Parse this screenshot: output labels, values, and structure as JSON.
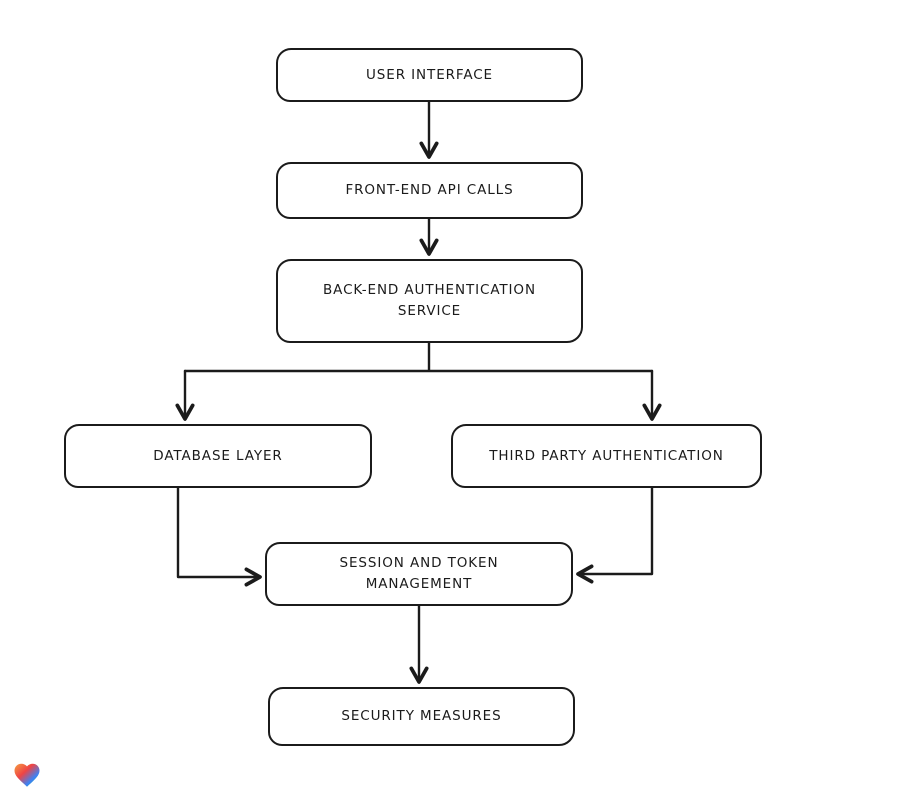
{
  "diagram": {
    "type": "flowchart",
    "background": "#ffffff",
    "stroke_color": "#1b1b1b",
    "nodes": [
      {
        "id": "user-interface",
        "label": "USER INTERFACE"
      },
      {
        "id": "front-end-api-calls",
        "label": "FRONT-END API CALLS"
      },
      {
        "id": "back-end-authentication-service",
        "label": "BACK-END AUTHENTICATION SERVICE"
      },
      {
        "id": "database-layer",
        "label": "DATABASE LAYER"
      },
      {
        "id": "third-party-authentication",
        "label": "THIRD PARTY AUTHENTICATION"
      },
      {
        "id": "session-and-token-management",
        "label": "SESSION AND TOKEN MANAGEMENT"
      },
      {
        "id": "security-measures",
        "label": "SECURITY MEASURES"
      }
    ],
    "edges": [
      {
        "from": "user-interface",
        "to": "front-end-api-calls"
      },
      {
        "from": "front-end-api-calls",
        "to": "back-end-authentication-service"
      },
      {
        "from": "back-end-authentication-service",
        "to": "database-layer"
      },
      {
        "from": "back-end-authentication-service",
        "to": "third-party-authentication"
      },
      {
        "from": "database-layer",
        "to": "session-and-token-management"
      },
      {
        "from": "third-party-authentication",
        "to": "session-and-token-management"
      },
      {
        "from": "session-and-token-management",
        "to": "security-measures"
      }
    ]
  },
  "watermark": {
    "name": "heart-logo",
    "colors": [
      "#f59e42",
      "#ef4444",
      "#3b82f6",
      "#22c55e"
    ]
  }
}
